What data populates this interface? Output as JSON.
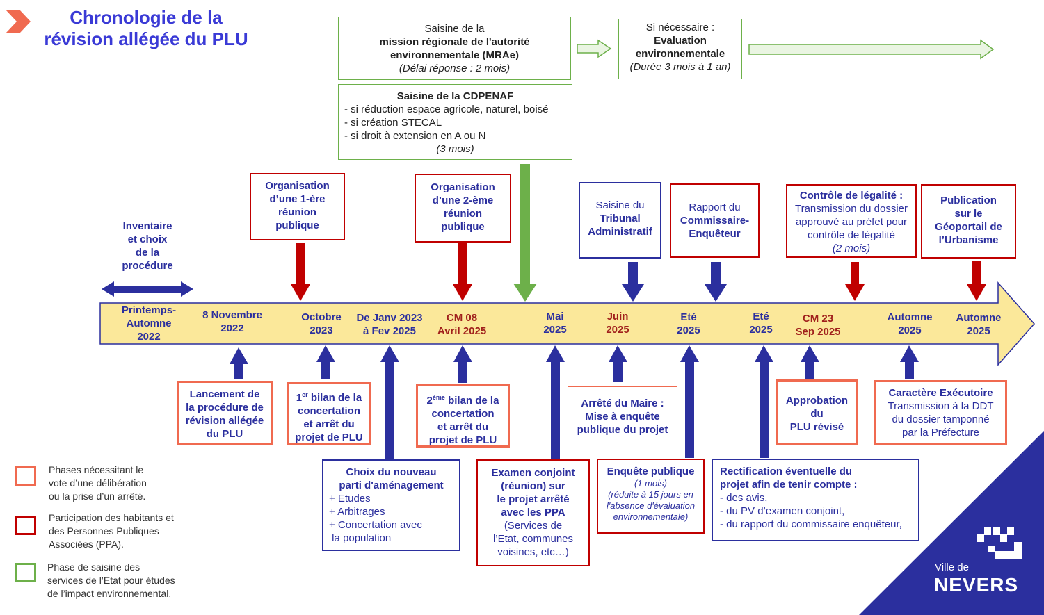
{
  "title": {
    "line1": "Chronologie de la",
    "line2": "révision allégée du PLU"
  },
  "colors": {
    "blue": "#2b2f9e",
    "red": "#c00000",
    "green": "#6db04a",
    "orange": "#f06a50",
    "timeline": "#fbe89a"
  },
  "top_boxes": {
    "mrae": {
      "l1": "Saisine de la",
      "l2": "mission régionale de l'autorité",
      "l3": "environnementale (MRAe)",
      "l4": "(Délai réponse : 2 mois)"
    },
    "eval": {
      "l1": "Si nécessaire :",
      "l2": "Evaluation",
      "l3": "environnementale",
      "l4": "(Durée 3 mois à 1 an)"
    },
    "cdpenaf": {
      "title": "Saisine de la CDPENAF",
      "l1": "- si réduction espace agricole, naturel, boisé",
      "l2": "- si création STECAL",
      "l3": "- si droit à extension en A ou N",
      "l4": "(3 mois)"
    }
  },
  "above_boxes": {
    "inventaire": {
      "l1": "Inventaire",
      "l2": "et choix",
      "l3": "de la",
      "l4": "procédure"
    },
    "reunion1": {
      "l1": "Organisation",
      "l2": "d’une 1-ère",
      "l3": "réunion",
      "l4": "publique"
    },
    "reunion2": {
      "l1": "Organisation",
      "l2": "d’une 2-ème",
      "l3": "réunion",
      "l4": "publique"
    },
    "tribunal": {
      "l1": "Saisine du",
      "l2": "Tribunal",
      "l3": "Administratif"
    },
    "rapport": {
      "l1": "Rapport du",
      "l2": "Commissaire-",
      "l3": "Enquêteur"
    },
    "legalite": {
      "l1": "Contrôle de légalité :",
      "l2": "Transmission du dossier",
      "l3": "approuvé au préfet pour",
      "l4": "contrôle de légalité",
      "l5": "(2 mois)"
    },
    "publication": {
      "l1": "Publication",
      "l2": "sur le",
      "l3": "Géoportail de",
      "l4": "l’Urbanisme"
    }
  },
  "timeline": [
    {
      "l1": "Printemps-",
      "l2": "Automne",
      "l3": "2022"
    },
    {
      "l1": "8 Novembre",
      "l2": "2022"
    },
    {
      "l1": "Octobre",
      "l2": "2023"
    },
    {
      "l1": "De Janv 2023",
      "l2": "à Fev 2025"
    },
    {
      "l1": "CM  08",
      "l2": "Avril 2025"
    },
    {
      "l1": "Mai",
      "l2": "2025"
    },
    {
      "l1": "Juin",
      "l2": "2025"
    },
    {
      "l1": "Eté",
      "l2": "2025"
    },
    {
      "l1": "Eté",
      "l2": "2025"
    },
    {
      "l1": "CM 23",
      "l2": "Sep 2025"
    },
    {
      "l1": "Automne",
      "l2": "2025"
    },
    {
      "l1": "Automne",
      "l2": "2025"
    }
  ],
  "below_boxes": {
    "lancement": {
      "l1": "Lancement de",
      "l2": "la procédure de",
      "l3": "révision allégée",
      "l4": "du PLU"
    },
    "bilan1": {
      "sup": "er",
      "l1a": "1",
      "l1b": " bilan de la",
      "l2": "concertation",
      "l3": "et arrêt du",
      "l4": "projet de PLU"
    },
    "bilan2": {
      "sup": "ème",
      "l1a": "2",
      "l1b": " bilan de la",
      "l2": "concertation",
      "l3": "et arrêt du",
      "l4": "projet de PLU"
    },
    "arrete": {
      "l1": "Arrêté du Maire :",
      "l2": "Mise à enquête",
      "l3": "publique du projet"
    },
    "approbation": {
      "l1": "Approbation",
      "l2": "du",
      "l3": "PLU révisé"
    },
    "executoire": {
      "l1": "Caractère Exécutoire",
      "l2": "Transmission à la DDT",
      "l3": "du dossier tamponné",
      "l4": "par la Préfecture"
    },
    "choix": {
      "l1": "Choix du nouveau",
      "l2": "parti d'aménagement",
      "l3": "+ Etudes",
      "l4": "+ Arbitrages",
      "l5": "+ Concertation avec",
      "l6": " la population"
    },
    "examen": {
      "l1": "Examen conjoint",
      "l2": "(réunion) sur",
      "l3": "le projet arrêté",
      "l4": "avec les PPA",
      "l5": "(Services de",
      "l6": "l’Etat, communes",
      "l7": "voisines, etc…)"
    },
    "enquete": {
      "l1": "Enquête publique",
      "l2": "(1 mois)",
      "l3": "(réduite à 15 jours en",
      "l4": "l'absence d'évaluation",
      "l5": "environnementale)"
    },
    "rectification": {
      "l1": "Rectification éventuelle du",
      "l2": "projet afin de tenir compte :",
      "l3": "- des avis,",
      "l4": "- du PV d’examen conjoint,",
      "l5": "- du rapport du commissaire enquêteur,"
    }
  },
  "legend": [
    {
      "l1": "Phases nécessitant  le",
      "l2": "vote d’une délibération",
      "l3": "ou la prise d’un arrêté."
    },
    {
      "l1": "Participation des habitants et",
      "l2": "des Personnes Publiques",
      "l3": "Associées (PPA)."
    },
    {
      "l1": "Phase de saisine des",
      "l2": "services de l’Etat pour études",
      "l3": "de l’impact environnemental."
    }
  ],
  "logo": {
    "small": "Ville de",
    "big": "NEVERS"
  }
}
